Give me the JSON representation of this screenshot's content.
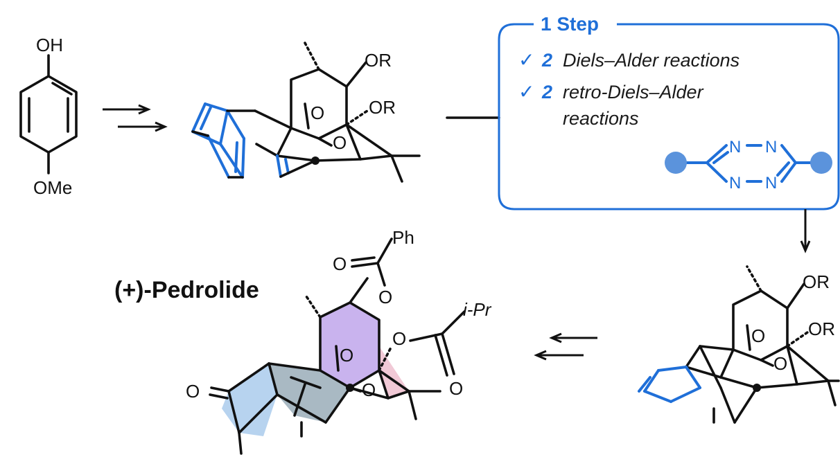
{
  "starting_material": {
    "top_label": "OH",
    "bottom_label": "OMe"
  },
  "intermediate_1": {
    "labels": [
      "OR",
      "OR",
      "O",
      "O"
    ]
  },
  "step_box": {
    "title": "1 Step",
    "items": [
      {
        "check": "✓",
        "count": "2",
        "text": "Diels–Alder reactions"
      },
      {
        "check": "✓",
        "count": "2",
        "text": "retro-Diels–Alder",
        "text_line2": "reactions"
      }
    ],
    "reagent": {
      "atoms": [
        "N",
        "N",
        "N",
        "N"
      ]
    },
    "accent_color": "#1f6fd8"
  },
  "intermediate_2": {
    "labels": [
      "OR",
      "OR",
      "O",
      "O"
    ]
  },
  "product": {
    "name": "(+)-Pedrolide",
    "labels": {
      "phenyl": "Ph",
      "isopropyl": "i-Pr",
      "ketone_o": "O",
      "ester_o1": "O",
      "ester_o2": "O",
      "ester_o3": "O",
      "lactone_o1": "O",
      "lactone_o2": "O",
      "ester_o4": "O"
    },
    "fill_colors": {
      "purple": "#c9b3ee",
      "gray": "#a9b9c3",
      "blue": "#b7d3ef",
      "pink": "#f1c9d6"
    }
  }
}
